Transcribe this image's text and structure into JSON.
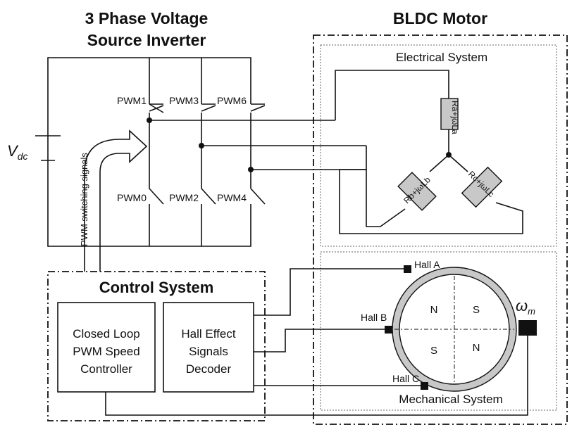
{
  "inverter_title": [
    "3 Phase Voltage",
    "Source Inverter"
  ],
  "motor_title": "BLDC Motor",
  "electrical_label": "Electrical System",
  "mechanical_label": "Mechanical System",
  "control_title": "Control System",
  "vdc": {
    "base": "V",
    "sub": "dc"
  },
  "pwm_labels": {
    "top": [
      "PWM1",
      "PWM3",
      "PWM6"
    ],
    "bottom": [
      "PWM0",
      "PWM2",
      "PWM4"
    ]
  },
  "pwm_signals": "PWM switching signals",
  "impedances": {
    "a": "Ra+jωLa",
    "b": "Rb+jωLb",
    "c": "Rc+jωLc"
  },
  "controller": [
    "Closed Loop",
    "PWM Speed",
    "Controller"
  ],
  "decoder": [
    "Hall Effect",
    "Signals",
    "Decoder"
  ],
  "hall": {
    "a": "Hall A",
    "b": "Hall B",
    "c": "Hall C"
  },
  "poles": [
    "N",
    "S",
    "S",
    "N"
  ],
  "omega": {
    "base": "ω",
    "sub": "m"
  }
}
